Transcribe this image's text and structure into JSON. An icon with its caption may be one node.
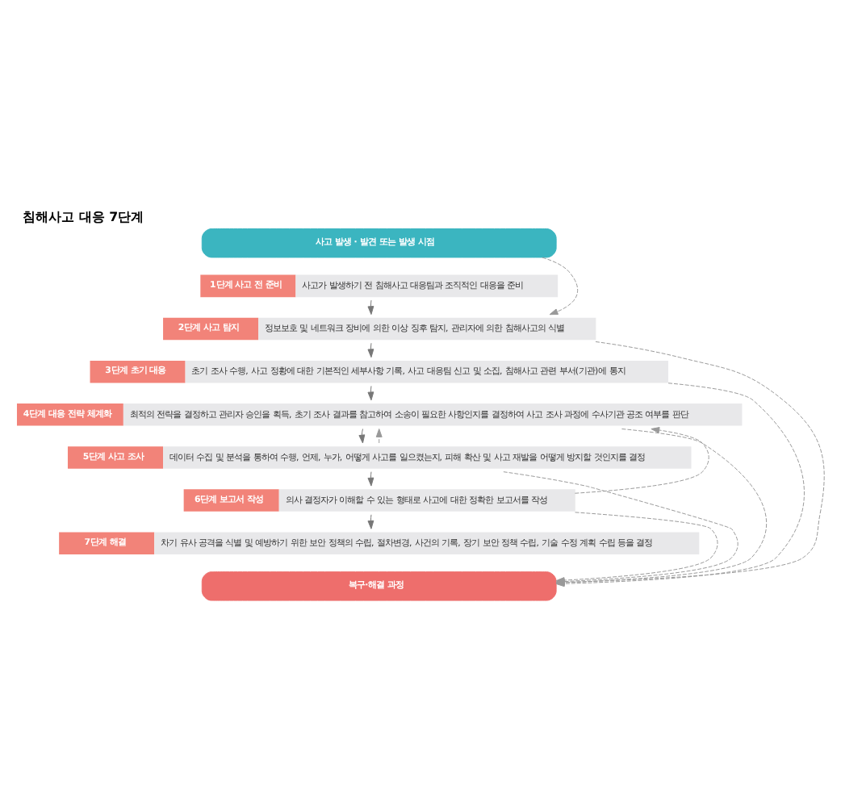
{
  "diagram": {
    "title": "침해사고 대응 7단계",
    "nodes": [
      {
        "text": [
          "사고 발생 · 발견 또는 발생 시점"
        ]
      },
      {
        "text": [
          "1단계 사고 전 준비",
          "사고가 발생하기 전 침해사고 대응팀과 조직적인 대응을 준비"
        ]
      },
      {
        "text": [
          "2단계 사고 탐지",
          "정보보호 및 네트워크 장비에 의한 이상 징후 탐지, 관리자에 의한 침해사고의 식별"
        ]
      },
      {
        "text": [
          "3단계 초기 대응",
          "초기 조사 수행, 사고 정황에 대한 기본적인 세부사항 기록, 사고 대응팀 신고 및 소집, 침해사고 관련 부서(기관)에 통지"
        ]
      },
      {
        "text": [
          "4단계 대응 전략 체계화",
          "최적의 전략을 결정하고 관리자 승인을 획득, 초기 조사 결과를 참고하여 소송이 필요한 사항인지를 결정하여 사고 조사 과정에 수사기관 공조 여부를 판단"
        ]
      },
      {
        "text": [
          "5단계 사고 조사",
          "데이터 수집 및 분석을 통하여 수행, 언제, 누가, 어떻게 사고를 일으켰는지, 피해 확산 및 사고 재발을 어떻게 방지할 것인지를 결정"
        ]
      },
      {
        "text": [
          "6단계 보고서 작성",
          "의사 결정자가 이해할 수 있는 형태로 사고에 대한 정확한 보고서를 작성"
        ]
      },
      {
        "text": [
          "7단계 해결",
          "차기 유사 공격을 식별 및 예방하기 위한 보안 정책의 수립, 절차변경, 사건의 기록, 장기 보안 정책 수립, 기술 수정 계획 수립 등을 결정"
        ]
      },
      {
        "text": [
          "복구·해결 과정"
        ]
      }
    ],
    "edges": [
      {
        "from": 1,
        "to": 2,
        "arrow": "to"
      },
      {
        "from": 2,
        "to": 3,
        "arrow": "to"
      },
      {
        "from": 3,
        "to": 4,
        "arrow": "to"
      },
      {
        "from": 4,
        "to": 5,
        "arrow": "to"
      },
      {
        "from": 5,
        "to": 6,
        "arrow": "to"
      },
      {
        "from": 6,
        "to": 7,
        "arrow": "to"
      },
      {
        "from": 0,
        "to": 2,
        "arrow": "to",
        "style": "dashed",
        "color": "#999999"
      },
      {
        "from": 5,
        "to": 4,
        "arrow": "to",
        "style": "dashed",
        "color": "#999999"
      },
      {
        "from": 6,
        "to": 4,
        "arrow": "to",
        "style": "dashed",
        "color": "#999999"
      },
      {
        "from": 2,
        "to": 8,
        "arrow": "to",
        "style": "dashed",
        "color": "#999999"
      },
      {
        "from": 3,
        "to": 8,
        "arrow": "to",
        "style": "dashed",
        "color": "#999999"
      },
      {
        "from": 4,
        "to": 8,
        "arrow": "to",
        "style": "dashed",
        "color": "#999999"
      },
      {
        "from": 5,
        "to": 8,
        "arrow": "to",
        "style": "dashed",
        "color": "#999999"
      },
      {
        "from": 6,
        "to": 8,
        "arrow": "to",
        "style": "dashed",
        "color": "#999999"
      }
    ]
  }
}
